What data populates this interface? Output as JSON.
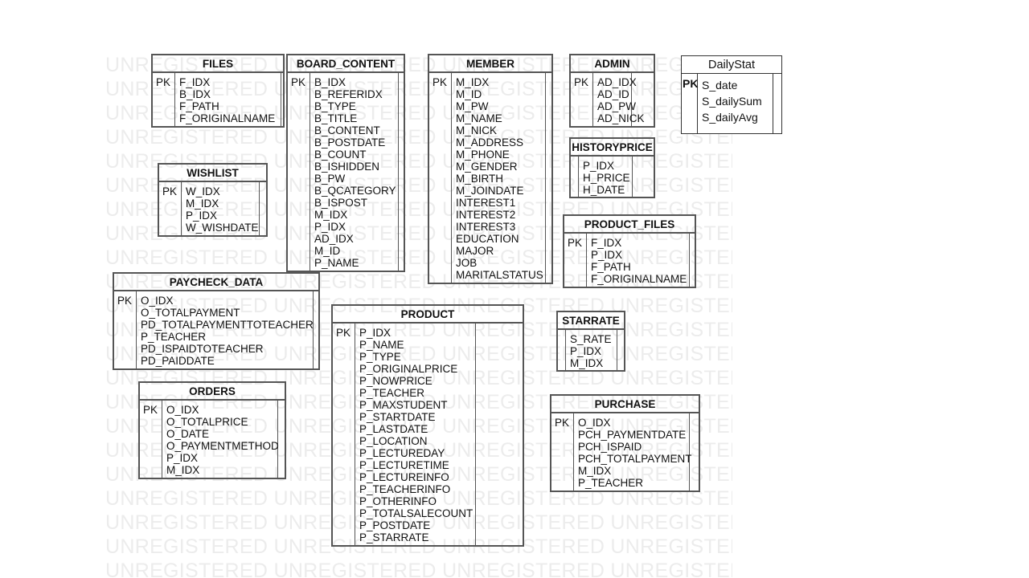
{
  "watermark": {
    "text": "UNREGISTERED UNREGISTERED UNREGISTERED UNREGISTERED UNREGISTERED"
  },
  "entities": [
    {
      "id": "files",
      "name": "FILES",
      "pk": "PK",
      "attributes": [
        "F_IDX",
        "B_IDX",
        "F_PATH",
        "F_ORIGINALNAME"
      ]
    },
    {
      "id": "board-content",
      "name": "BOARD_CONTENT",
      "pk": "PK",
      "attributes": [
        "B_IDX",
        "B_REFERIDX",
        "B_TYPE",
        "B_TITLE",
        "B_CONTENT",
        "B_POSTDATE",
        "B_COUNT",
        "B_ISHIDDEN",
        "B_PW",
        "B_QCATEGORY",
        "B_ISPOST",
        "M_IDX",
        "P_IDX",
        "AD_IDX",
        "M_ID",
        "P_NAME"
      ]
    },
    {
      "id": "member",
      "name": "MEMBER",
      "pk": "PK",
      "attributes": [
        "M_IDX",
        "M_ID",
        "M_PW",
        "M_NAME",
        "M_NICK",
        "M_ADDRESS",
        "M_PHONE",
        "M_GENDER",
        "M_BIRTH",
        "M_JOINDATE",
        "INTEREST1",
        "INTEREST2",
        "INTEREST3",
        "EDUCATION",
        "MAJOR",
        "JOB",
        "MARITALSTATUS"
      ]
    },
    {
      "id": "admin",
      "name": "ADMIN",
      "pk": "PK",
      "attributes": [
        "AD_IDX",
        "AD_ID",
        "AD_PW",
        "AD_NICK"
      ]
    },
    {
      "id": "dailystat",
      "name": "DailyStat",
      "pk": "PK",
      "attributes": [
        "S_date",
        "S_dailySum",
        "S_dailyAvg"
      ]
    },
    {
      "id": "historyprice",
      "name": "HISTORYPRICE",
      "pk": "",
      "attributes": [
        "P_IDX",
        "H_PRICE",
        "H_DATE"
      ]
    },
    {
      "id": "wishlist",
      "name": "WISHLIST",
      "pk": "PK",
      "attributes": [
        "W_IDX",
        "M_IDX",
        "P_IDX",
        "W_WISHDATE"
      ]
    },
    {
      "id": "product-files",
      "name": "PRODUCT_FILES",
      "pk": "PK",
      "attributes": [
        "F_IDX",
        "P_IDX",
        "F_PATH",
        "F_ORIGINALNAME"
      ]
    },
    {
      "id": "paycheck-data",
      "name": "PAYCHECK_DATA",
      "pk": "PK",
      "attributes": [
        "O_IDX",
        "O_TOTALPAYMENT",
        "PD_TOTALPAYMENTTOTEACHER",
        "P_TEACHER",
        "PD_ISPAIDTOTEACHER",
        "PD_PAIDDATE"
      ]
    },
    {
      "id": "product",
      "name": "PRODUCT",
      "pk": "PK",
      "attributes": [
        "P_IDX",
        "P_NAME",
        "P_TYPE",
        "P_ORIGINALPRICE",
        "P_NOWPRICE",
        "P_TEACHER",
        "P_MAXSTUDENT",
        "P_STARTDATE",
        "P_LASTDATE",
        "P_LOCATION",
        "P_LECTUREDAY",
        "P_LECTURETIME",
        "P_LECTUREINFO",
        "P_TEACHERINFO",
        "P_OTHERINFO",
        "P_TOTALSALECOUNT",
        "P_POSTDATE",
        "P_STARRATE"
      ]
    },
    {
      "id": "starrate",
      "name": "STARRATE",
      "pk": "",
      "attributes": [
        "S_RATE",
        "P_IDX",
        "M_IDX"
      ]
    },
    {
      "id": "orders",
      "name": "ORDERS",
      "pk": "PK",
      "attributes": [
        "O_IDX",
        "O_TOTALPRICE",
        "O_DATE",
        "O_PAYMENTMETHOD",
        "P_IDX",
        "M_IDX"
      ]
    },
    {
      "id": "purchase",
      "name": "PURCHASE",
      "pk": "PK",
      "attributes": [
        "O_IDX",
        "PCH_PAYMENTDATE",
        "PCH_ISPAID",
        "PCH_TOTALPAYMENT",
        "M_IDX",
        "P_TEACHER"
      ]
    }
  ]
}
